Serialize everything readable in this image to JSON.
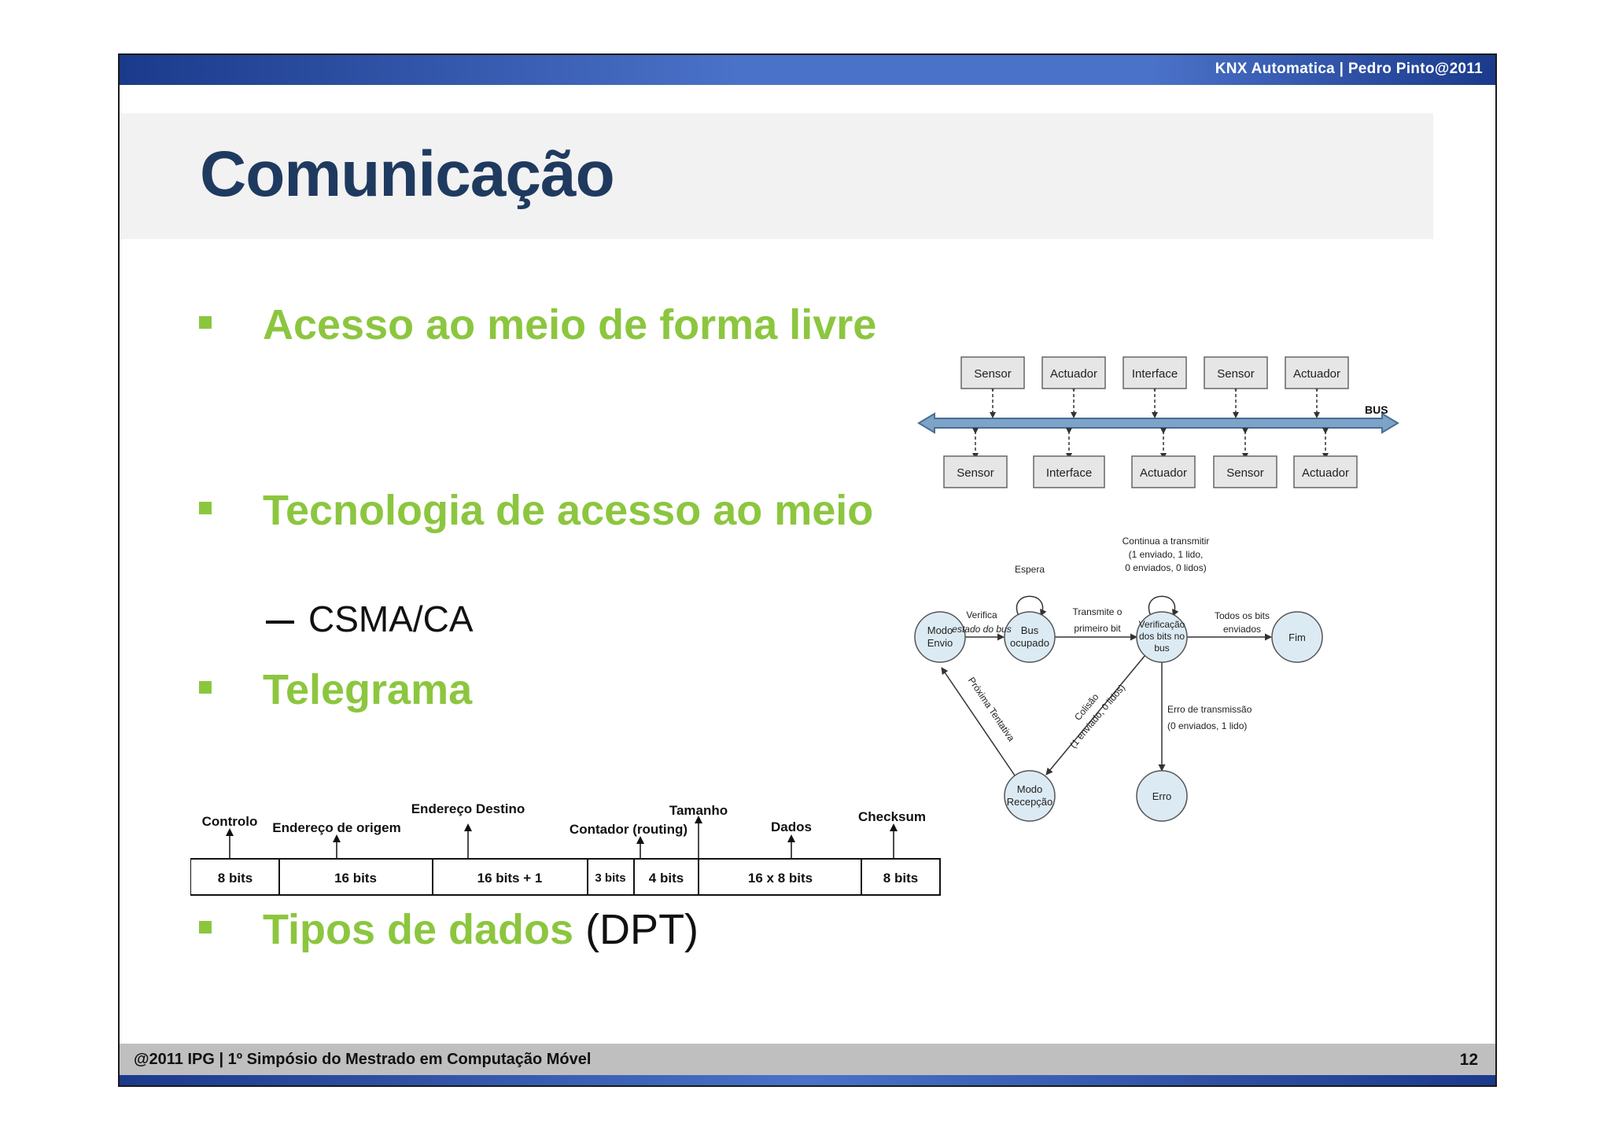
{
  "header": {
    "text": "KNX Automatica | Pedro Pinto@2011"
  },
  "title": "Comunicação",
  "bullets": [
    {
      "text": "Acesso ao meio de forma livre"
    },
    {
      "text": "Tecnologia de acesso ao meio",
      "sub": "CSMA/CA"
    },
    {
      "text": "Telegrama"
    },
    {
      "text": "Tipos de dados",
      "suffix": "(DPT)"
    }
  ],
  "bus_diagram": {
    "bus_label": "BUS",
    "top_devices": [
      "Sensor",
      "Actuador",
      "Interface",
      "Sensor",
      "Actuador"
    ],
    "bottom_devices": [
      "Sensor",
      "Interface",
      "Actuador",
      "Sensor",
      "Actuador"
    ]
  },
  "state_diagram": {
    "states": {
      "modo_envio": [
        "Modo",
        "Envio"
      ],
      "bus_ocupado": [
        "Bus",
        "ocupado"
      ],
      "verificacao": [
        "Verificação",
        "dos bits no",
        "bus"
      ],
      "fim": [
        "Fim"
      ],
      "modo_recepcao": [
        "Modo",
        "Recepção"
      ],
      "erro": [
        "Erro"
      ]
    },
    "labels": {
      "espera": "Espera",
      "verifica": [
        "Verifica",
        "estado do bus"
      ],
      "transmite": [
        "Transmite o",
        "primeiro bit"
      ],
      "continua": [
        "Continua a transmitir",
        "(1 enviado, 1 lido,",
        "0 enviados, 0 lidos)"
      ],
      "todos": [
        "Todos os bits",
        "enviados"
      ],
      "erro_transmissao": [
        "Erro de transmissão",
        "(0 enviados, 1 lido)"
      ],
      "colisao": [
        "Colisão",
        "(1 enviado, 0 lidos)"
      ],
      "proxima": "Próxima Tentativa"
    }
  },
  "telegram": {
    "cells": [
      "8 bits",
      "16 bits",
      "16 bits + 1",
      "3 bits",
      "4 bits",
      "16 x 8  bits",
      "8 bits"
    ],
    "labels": [
      "Controlo",
      "Endereço de origem",
      "Endereço Destino",
      "Contador (routing)",
      "Tamanho",
      "Dados",
      "Checksum"
    ]
  },
  "footer": {
    "text": "@2011 IPG | 1º Simpósio do Mestrado em Computação Móvel",
    "page": "12"
  }
}
